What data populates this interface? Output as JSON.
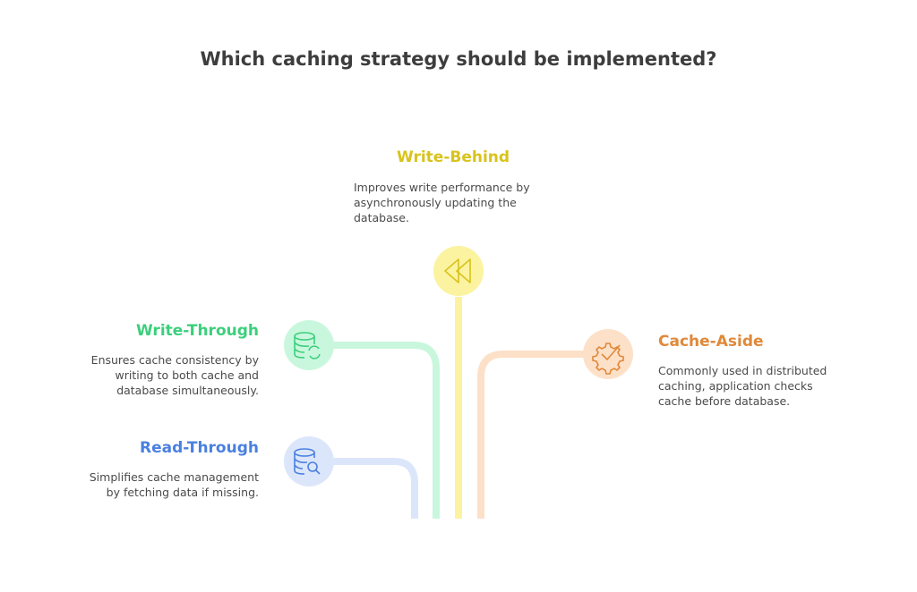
{
  "title": "Which caching strategy should be implemented?",
  "colors": {
    "write_behind": "#d8c31c",
    "write_through": "#3ccf7c",
    "cache_aside": "#e0893a",
    "read_through": "#4a80e0"
  },
  "nodes": [
    {
      "heading": "Write-Behind",
      "icon": "rewind-icon",
      "lines": [
        "Improves write performance by",
        "asynchronously updating the",
        "database."
      ]
    },
    {
      "heading": "Write-Through",
      "icon": "database-sync-icon",
      "lines": [
        "Ensures cache consistency by",
        "writing to both cache and",
        "database simultaneously."
      ]
    },
    {
      "heading": "Cache-Aside",
      "icon": "gear-check-icon",
      "lines": [
        "Commonly used in distributed",
        "caching, application checks",
        "cache before database."
      ]
    },
    {
      "heading": "Read-Through",
      "icon": "database-search-icon",
      "lines": [
        "Simplifies cache management",
        "by fetching data if missing."
      ]
    }
  ]
}
